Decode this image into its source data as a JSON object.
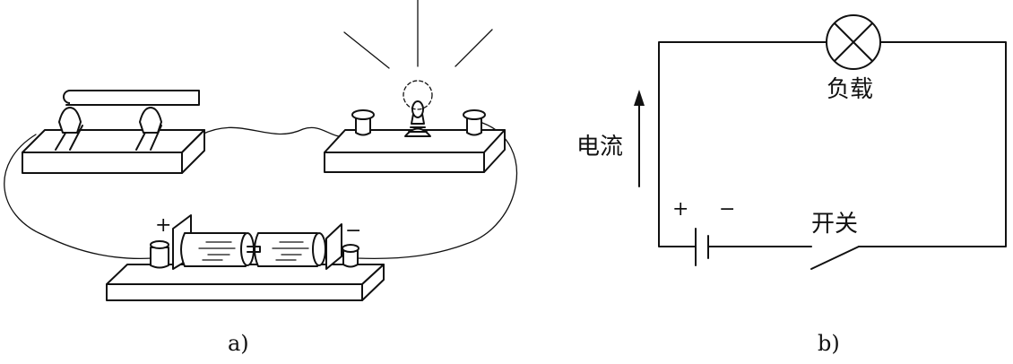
{
  "panel_a": {
    "caption": "a)",
    "battery_plus": "+",
    "battery_minus": "−"
  },
  "panel_b": {
    "caption": "b)",
    "load_label": "负载",
    "current_label": "电流",
    "switch_label": "开关",
    "plus": "+",
    "minus": "−"
  }
}
